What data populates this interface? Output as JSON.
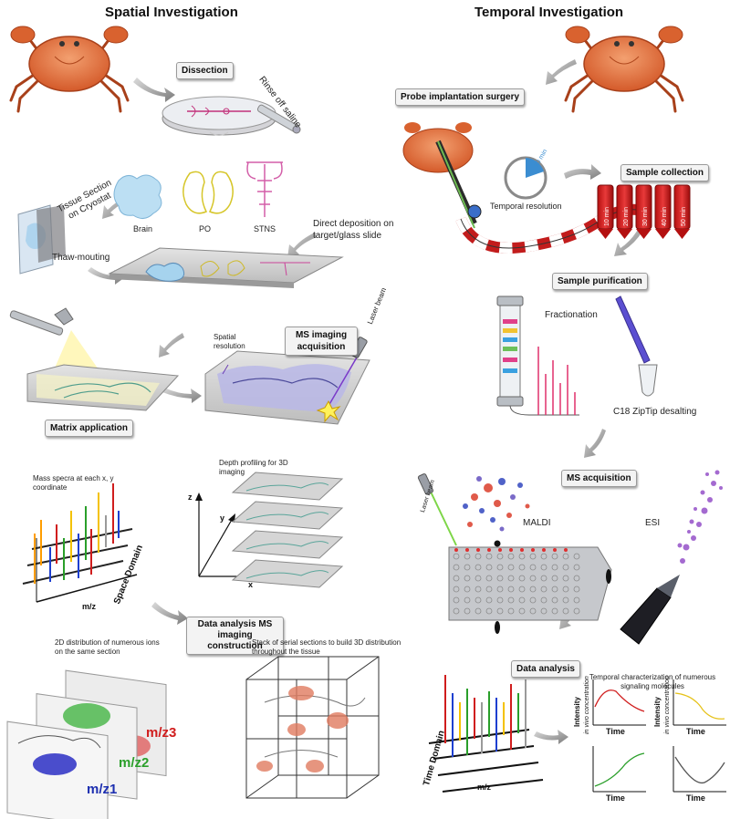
{
  "headers": {
    "spatial": "Spatial Investigation",
    "temporal": "Temporal Investigation"
  },
  "spatial": {
    "dissection": "Dissection",
    "rinse": "Rinse off saline",
    "tissue_section": "Tissue Section on Cryostat",
    "organs": [
      "Brain",
      "PO",
      "STNS"
    ],
    "direct_deposition": "Direct deposition on target/glass slide",
    "thaw_mounting": "Thaw-mouting",
    "spatial_resolution": "Spatial resolution",
    "ms_imaging": "MS imaging acquisition",
    "laser_beam": "Laser beam",
    "matrix_application": "Matrix application",
    "mass_spectra": "Mass specra at each x, y coordinate",
    "depth_profiling": "Depth profiling for 3D imaging",
    "space_domain": "Space Domain",
    "mz_label": "m/z",
    "axis_z": "z",
    "axis_y": "y",
    "axis_x": "x",
    "data_analysis": "Data analysis MS imaging construction",
    "distribution_2d": "2D distribution of numerous ions on the same section",
    "stack_3d": "Stack of serial sections to build 3D distribution throughout the tissue",
    "mz_ions": [
      "m/z3",
      "m/z2",
      "m/z1"
    ]
  },
  "temporal": {
    "probe_surgery": "Probe implantation surgery",
    "time_marker": "10 min",
    "temporal_resolution": "Temporal resolution",
    "sample_collection": "Sample collection",
    "tube_labels": [
      "10 min",
      "20 min",
      "30 min",
      "40 min",
      "50 min"
    ],
    "sample_purification": "Sample purification",
    "fractionation": "Fractionation",
    "ziptip": "C18 ZipTip desalting",
    "ms_acquisition": "MS acquisition",
    "laser_beam": "Laser beam",
    "maldi": "MALDI",
    "esi": "ESI",
    "data_analysis": "Data analysis",
    "temporal_char": "Temporal characterization of numerous signaling molecules",
    "time_domain": "Time Domain",
    "mz_label": "m/z",
    "intensity": "Intensity",
    "in_vivo": "in vivo concentration",
    "time": "Time"
  }
}
